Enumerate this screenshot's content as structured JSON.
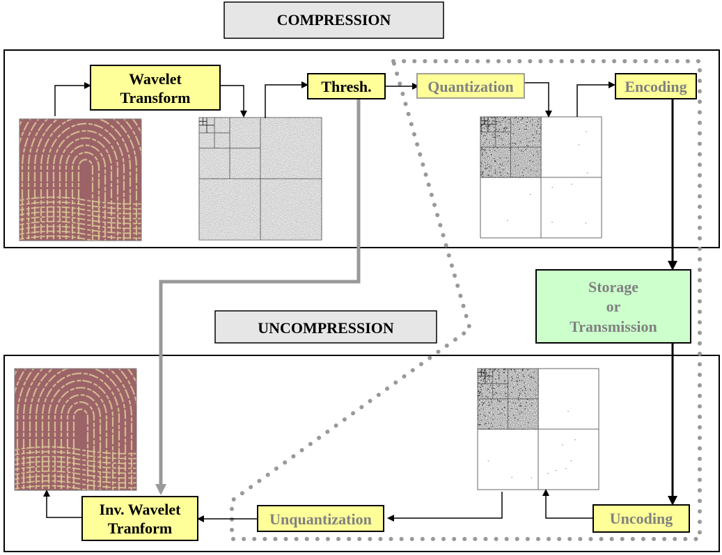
{
  "sections": {
    "compression": "COMPRESSION",
    "uncompression": "UNCOMPRESSION"
  },
  "blocks": {
    "wavelet_transform": [
      "Wavelet",
      "Transform"
    ],
    "thresh": "Thresh.",
    "quantization": "Quantization",
    "encoding": "Encoding",
    "storage": [
      "Storage",
      "or",
      "Transmission"
    ],
    "uncoding": "Uncoding",
    "unquantization": "Unquantization",
    "inv_wavelet": [
      "Inv. Wavelet",
      "Tranform"
    ]
  },
  "images": {
    "original_fingerprint": "fingerprint-image",
    "wavelet_coefficients": "wavelet-subband-image",
    "quantized_coefficients": "quantized-subband-image",
    "received_coefficients": "received-subband-image",
    "reconstructed_fingerprint": "fingerprint-image"
  },
  "colors": {
    "process_fill": "#ffff99",
    "storage_fill": "#ccffcc",
    "title_fill": "#e6e6e6",
    "dotted_region": "#999999",
    "bypass_arrow": "#999999",
    "fingerprint_base": "#9b5a5e",
    "fingerprint_ridge": "#f2e6a0"
  }
}
